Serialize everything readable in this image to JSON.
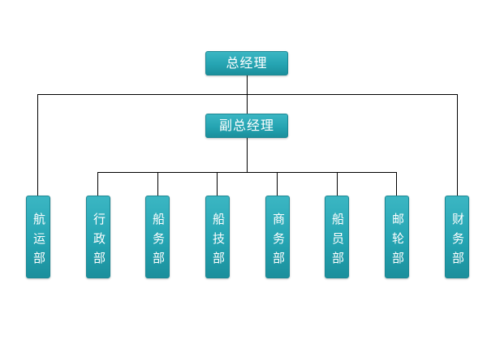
{
  "top_node": {
    "label": "总经理"
  },
  "deputy_node": {
    "label": "副总经理"
  },
  "departments": [
    {
      "label": "航运部"
    },
    {
      "label": "行政部"
    },
    {
      "label": "船务部"
    },
    {
      "label": "船技部"
    },
    {
      "label": "商务部"
    },
    {
      "label": "船员部"
    },
    {
      "label": "邮轮部"
    },
    {
      "label": "财务部"
    }
  ],
  "colors": {
    "node_fill": "#25a4b2",
    "node_border": "#1a8793",
    "node_text": "#ffffff",
    "connector": "#000000"
  }
}
